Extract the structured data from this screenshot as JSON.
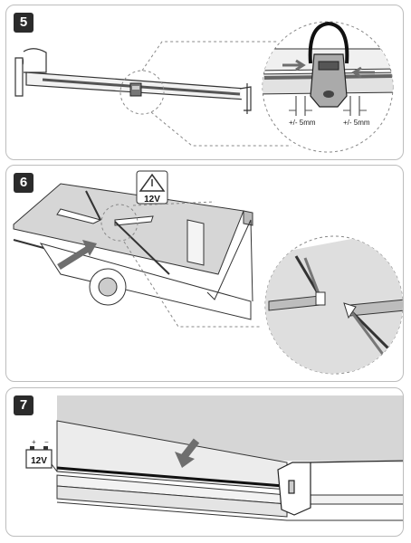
{
  "steps": [
    {
      "number": "5",
      "tolerance_left": "+/- 5mm",
      "tolerance_right": "+/- 5mm"
    },
    {
      "number": "6",
      "warning_label": "12V"
    },
    {
      "number": "7",
      "battery_label": "12V",
      "battery_plus": "+",
      "battery_minus": "−"
    }
  ],
  "colors": {
    "line": "#333333",
    "arrow": "#6e6e6e",
    "canvas": "#d6d6d6",
    "light": "#ececec"
  },
  "icons": [
    "warning-triangle-icon",
    "battery-icon",
    "push-arrow-icon"
  ]
}
